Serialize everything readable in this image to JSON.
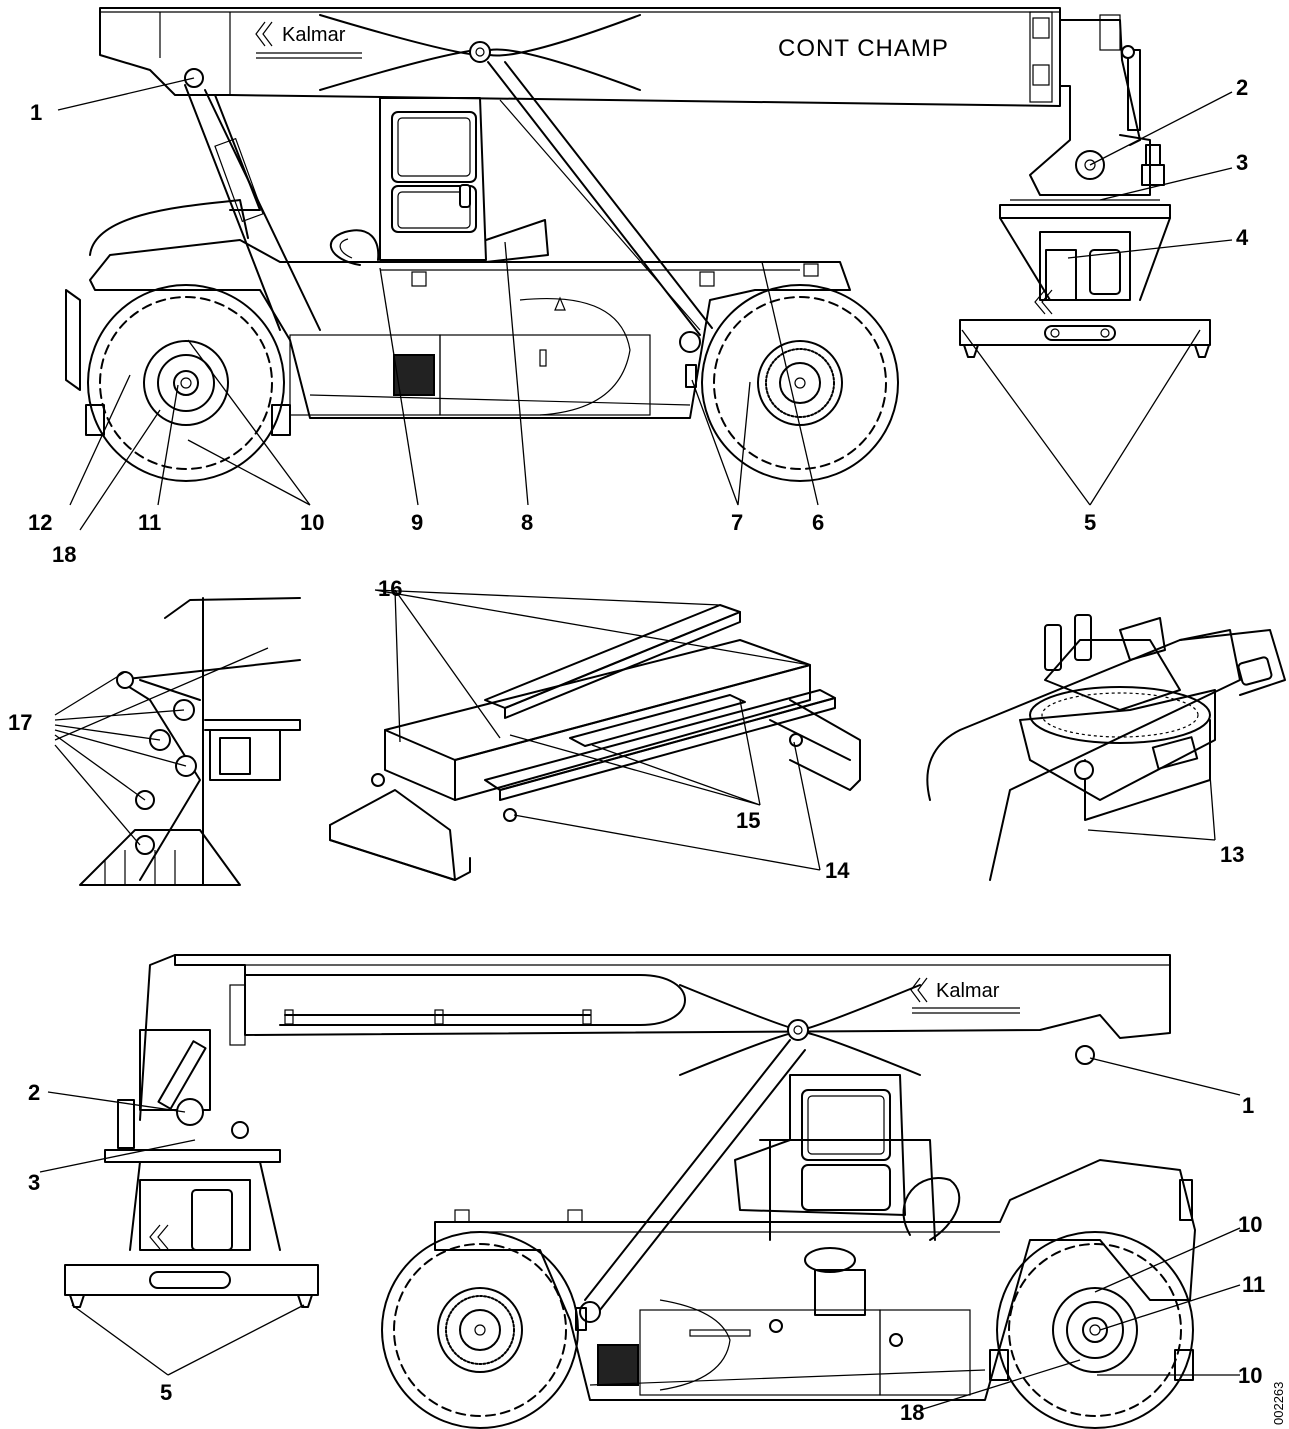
{
  "brand_top": "Kalmar",
  "brand_bottom": "Kalmar",
  "model_text": "CONT CHAMP",
  "doc_id": "002263",
  "labels": {
    "top": [
      "1",
      "2",
      "3",
      "4",
      "5",
      "6",
      "7",
      "8",
      "9",
      "10",
      "11",
      "12",
      "18"
    ],
    "middle": [
      "17",
      "16",
      "15",
      "14",
      "13"
    ],
    "bottom": [
      "1",
      "2",
      "3",
      "5",
      "10",
      "11",
      "10",
      "18"
    ]
  }
}
